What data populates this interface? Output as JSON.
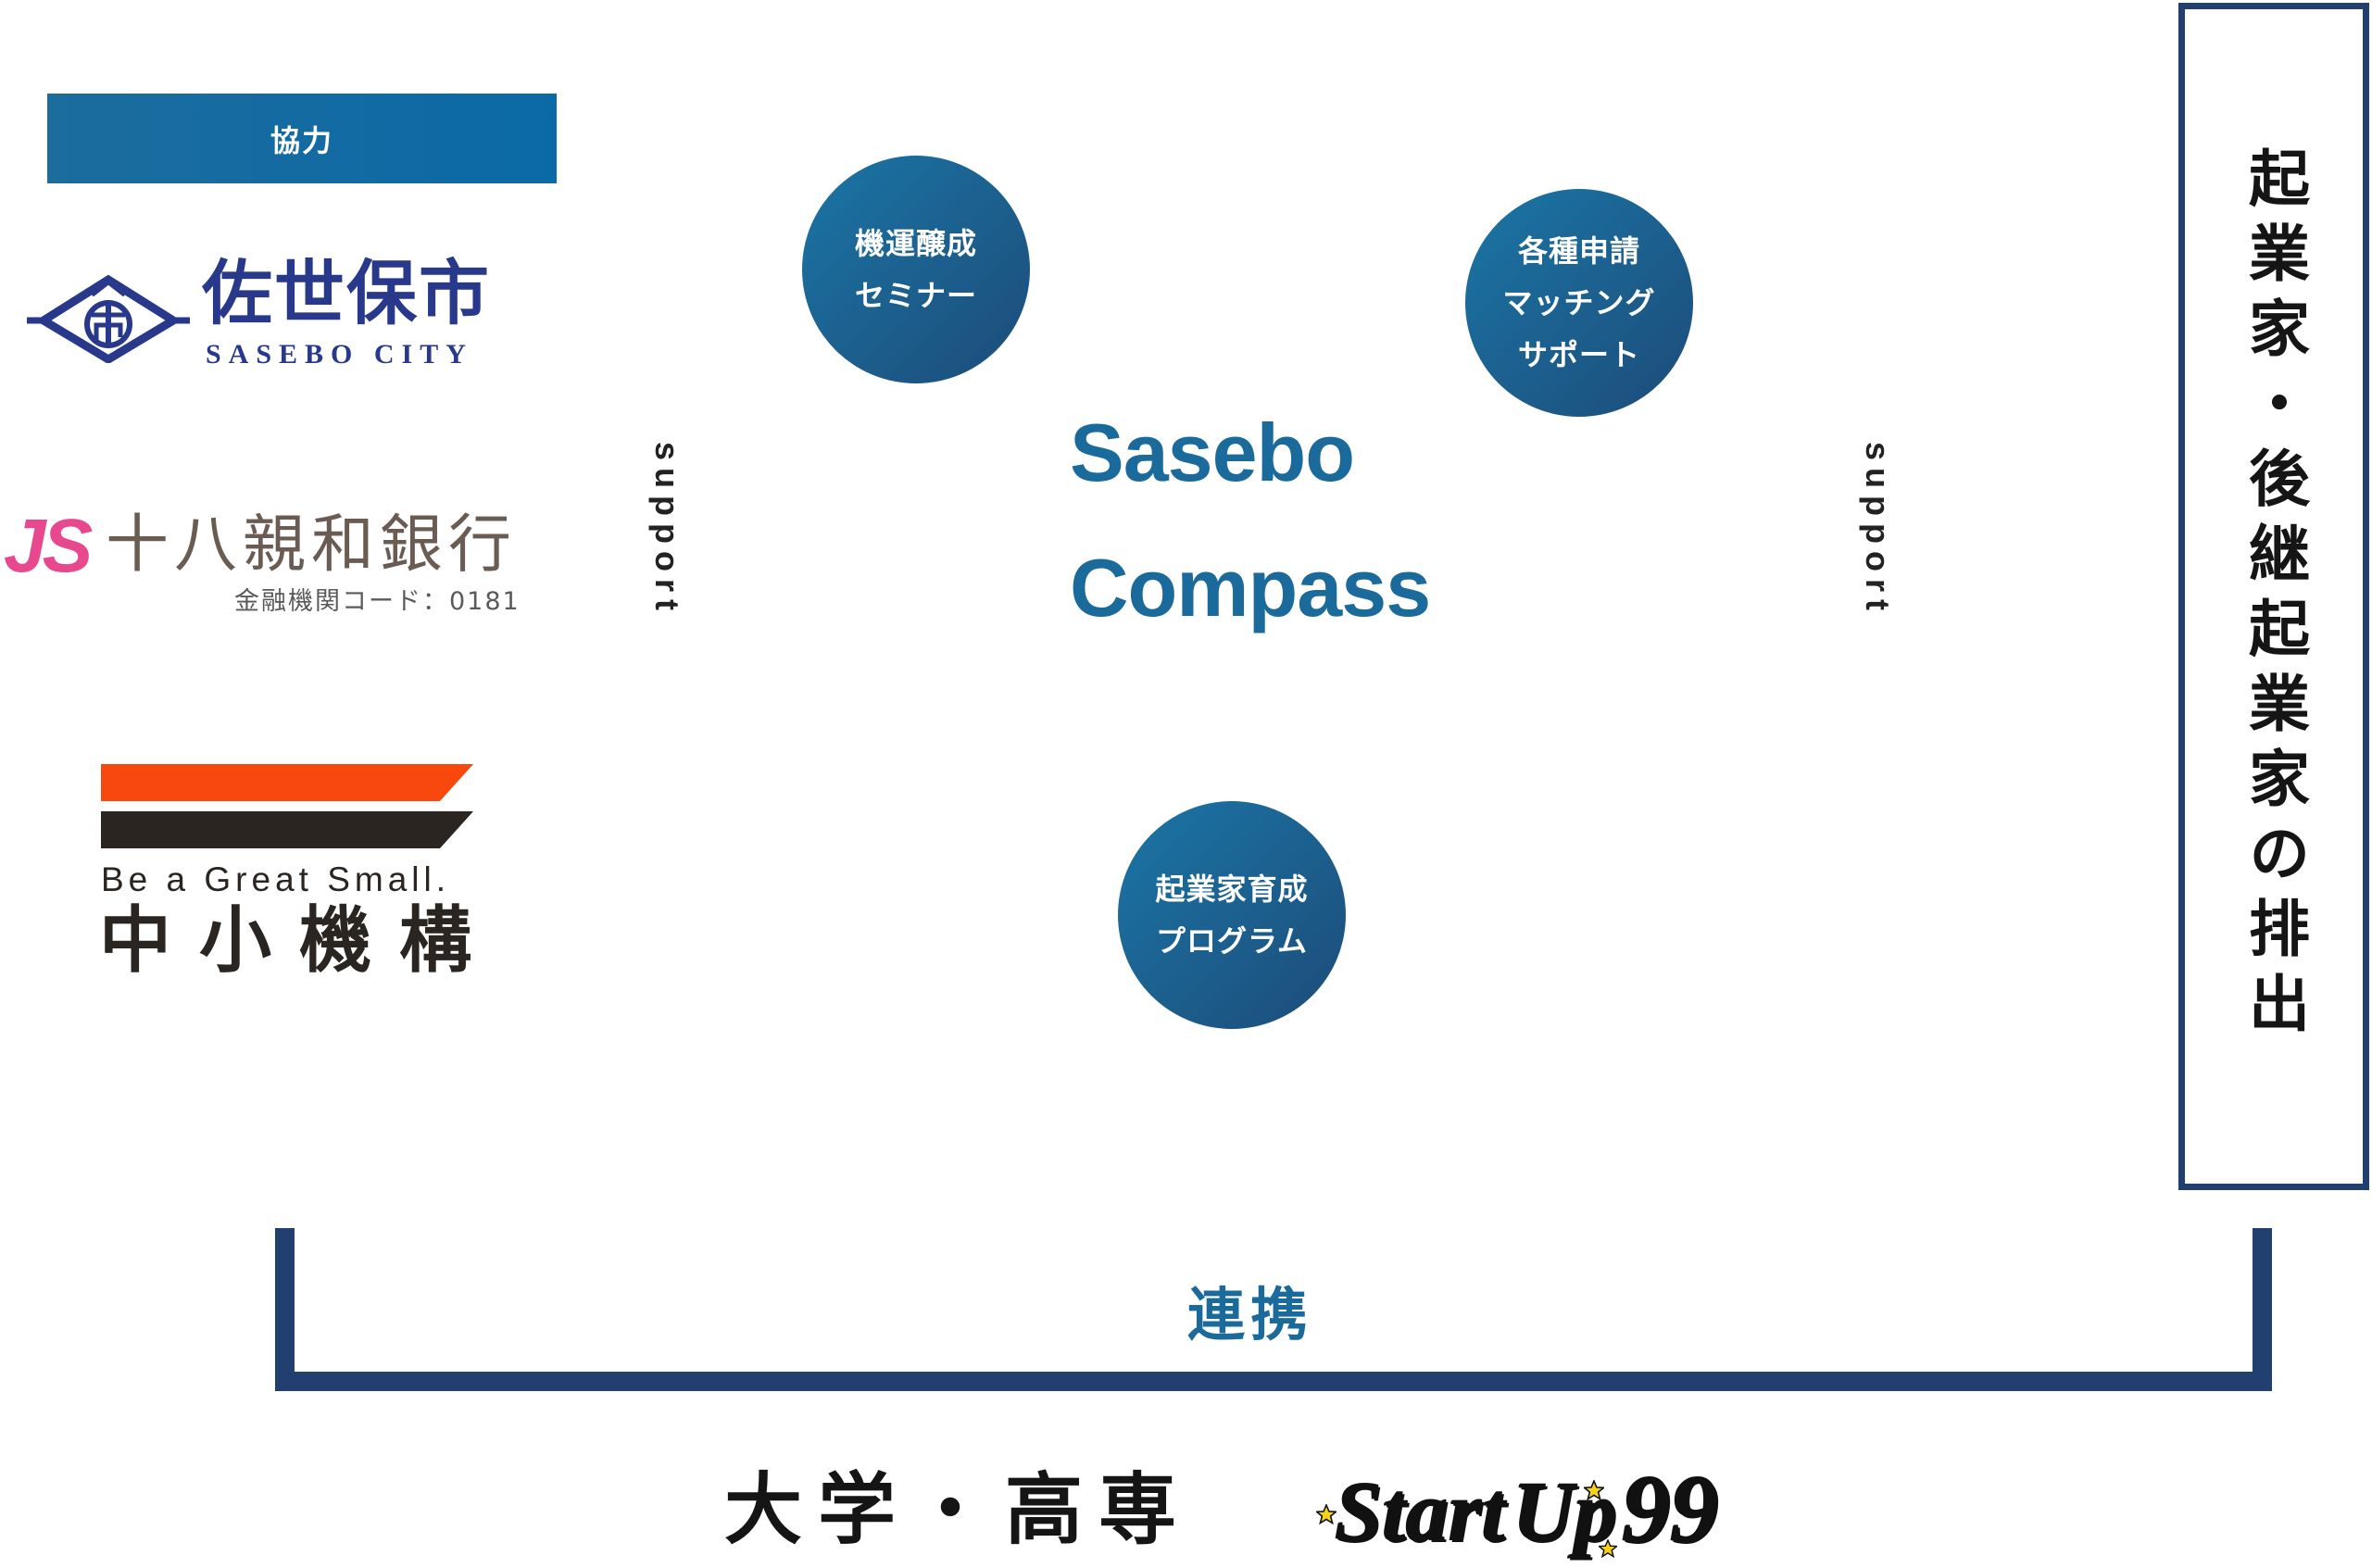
{
  "partners": {
    "banner_label": "協力",
    "sasebo_city": {
      "name_ja": "佐世保市",
      "name_en": "SASEBO CITY"
    },
    "bank": {
      "mark": "JS",
      "name": "十八親和銀行",
      "code_label": "金融機関コード：0181"
    },
    "smrj": {
      "tagline": "Be a Great Small.",
      "name": "中小機構"
    }
  },
  "center": {
    "title_line1": "Sasebo",
    "title_line2": "Compass"
  },
  "services": [
    {
      "lines": [
        "機運醸成",
        "セミナー"
      ]
    },
    {
      "lines": [
        "各種申請",
        "マッチング",
        "サポート"
      ]
    },
    {
      "lines": [
        "起業家育成",
        "プログラム"
      ]
    }
  ],
  "support_left": "support",
  "support_right": "support",
  "outcome": "起業家・後継起業家の排出",
  "collaboration_label": "連携",
  "bottom": {
    "academia": "大学・高専",
    "startup_logo": {
      "word1": "Start",
      "word2": "Up",
      "number": "99"
    }
  },
  "icons": {
    "city_emblem": "sasebo-city-emblem-icon",
    "smrj_mark": "smrj-stripes-icon",
    "star": "star-icon"
  },
  "colors": {
    "primary_blue": "#1a6b9c",
    "navy": "#213f6f",
    "circle_start": "#1a76a6",
    "circle_end": "#1d4b79",
    "banner_start": "#1c6c9d",
    "banner_end": "#0b6aa6",
    "sasebo_navy": "#28398b",
    "bank_pink": "#e8488e",
    "bank_text": "#6b5c53",
    "smrj_orange": "#f9480e",
    "smrj_dark": "#2b2522",
    "text_dark": "#151515",
    "star_yellow": "#f5d31d"
  }
}
